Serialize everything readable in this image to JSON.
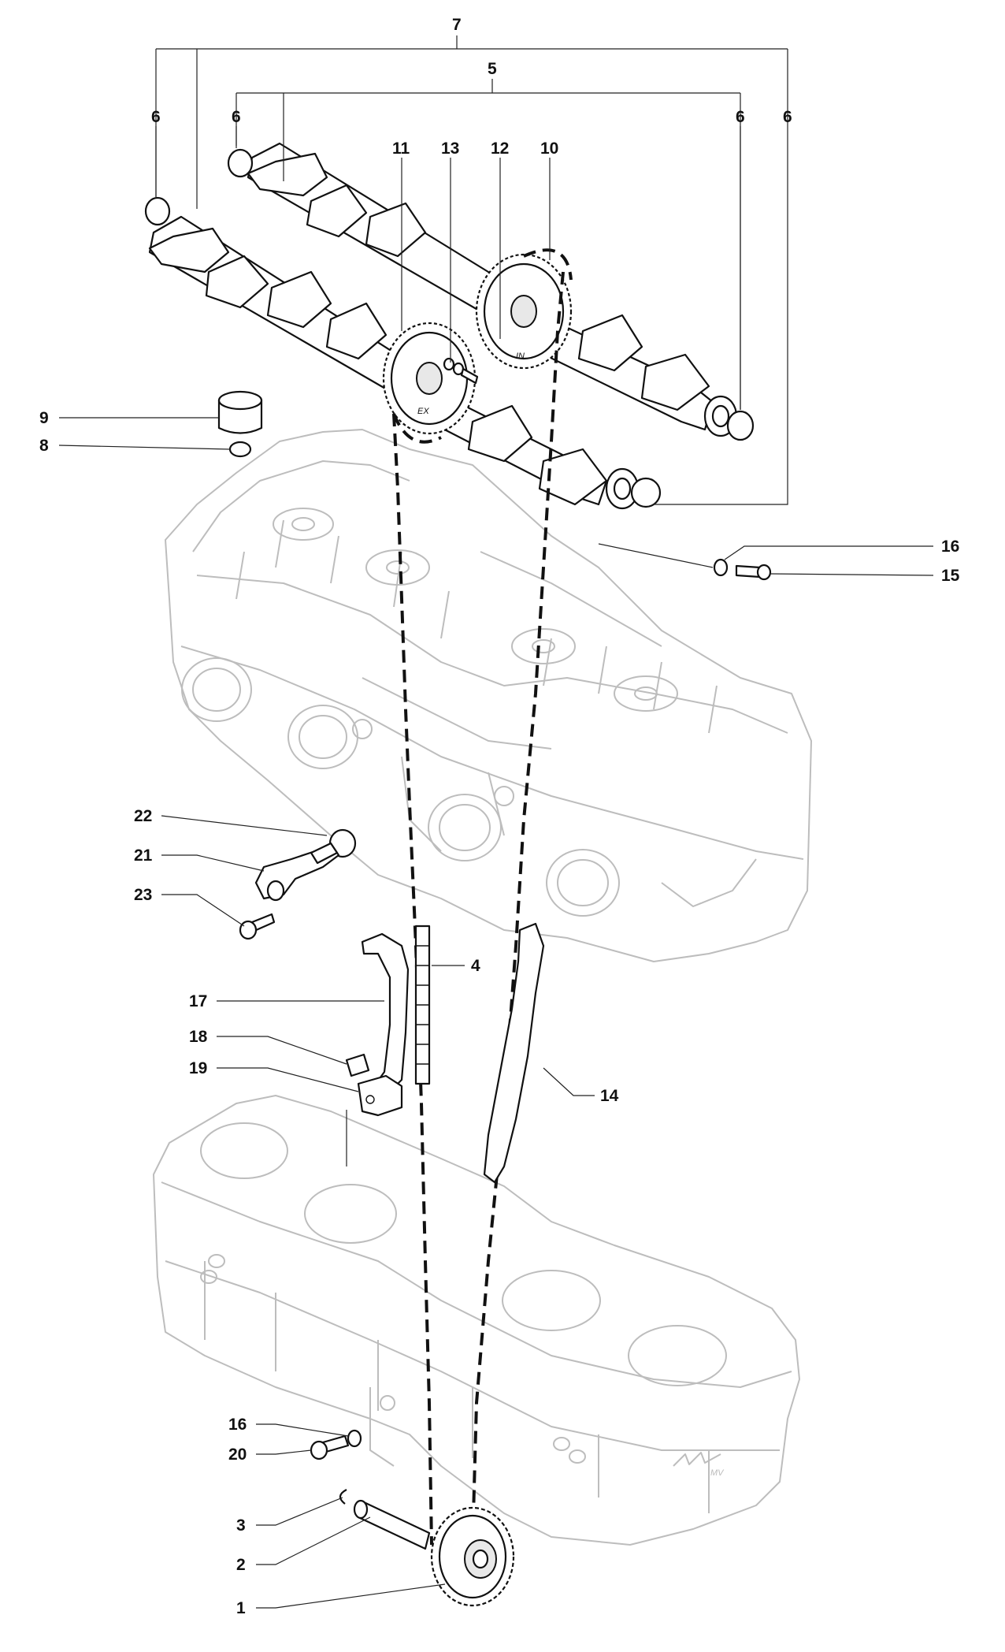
{
  "callouts": [
    {
      "id": "7",
      "label": "7"
    },
    {
      "id": "5",
      "label": "5"
    },
    {
      "id": "6a",
      "label": "6"
    },
    {
      "id": "6b",
      "label": "6"
    },
    {
      "id": "6c",
      "label": "6"
    },
    {
      "id": "6d",
      "label": "6"
    },
    {
      "id": "11",
      "label": "11"
    },
    {
      "id": "13",
      "label": "13"
    },
    {
      "id": "12",
      "label": "12"
    },
    {
      "id": "10",
      "label": "10"
    },
    {
      "id": "9",
      "label": "9"
    },
    {
      "id": "8",
      "label": "8"
    },
    {
      "id": "16a",
      "label": "16"
    },
    {
      "id": "15",
      "label": "15"
    },
    {
      "id": "22",
      "label": "22"
    },
    {
      "id": "21",
      "label": "21"
    },
    {
      "id": "23",
      "label": "23"
    },
    {
      "id": "4",
      "label": "4"
    },
    {
      "id": "17",
      "label": "17"
    },
    {
      "id": "18",
      "label": "18"
    },
    {
      "id": "19",
      "label": "19"
    },
    {
      "id": "14",
      "label": "14"
    },
    {
      "id": "16b",
      "label": "16"
    },
    {
      "id": "20",
      "label": "20"
    },
    {
      "id": "3",
      "label": "3"
    },
    {
      "id": "2",
      "label": "2"
    },
    {
      "id": "1",
      "label": "1"
    }
  ],
  "sprocket_marks": {
    "exhaust": "EX",
    "intake": "IN"
  },
  "brand_mark": "MV"
}
